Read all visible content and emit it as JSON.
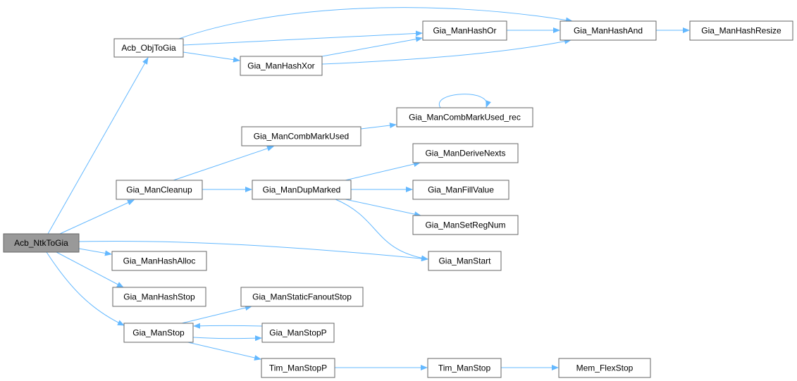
{
  "graph": {
    "type": "call-graph",
    "root": "Acb_NtkToGia",
    "edge_color": "#63b8ff",
    "root_fill": "#999999",
    "nodes": {
      "ntk_to_gia": "Acb_NtkToGia",
      "obj_to_gia": "Acb_ObjToGia",
      "hash_xor": "Gia_ManHashXor",
      "hash_or": "Gia_ManHashOr",
      "hash_and": "Gia_ManHashAnd",
      "hash_resize": "Gia_ManHashResize",
      "comb_mark_used_rec": "Gia_ManCombMarkUsed_rec",
      "comb_mark_used": "Gia_ManCombMarkUsed",
      "derive_nexts": "Gia_ManDeriveNexts",
      "cleanup": "Gia_ManCleanup",
      "dup_marked": "Gia_ManDupMarked",
      "fill_value": "Gia_ManFillValue",
      "set_reg_num": "Gia_ManSetRegNum",
      "start": "Gia_ManStart",
      "hash_alloc": "Gia_ManHashAlloc",
      "hash_stop": "Gia_ManHashStop",
      "static_fanout_stop": "Gia_ManStaticFanoutStop",
      "stop": "Gia_ManStop",
      "stop_p": "Gia_ManStopP",
      "tim_stop_p": "Tim_ManStopP",
      "tim_stop": "Tim_ManStop",
      "flex_stop": "Mem_FlexStop"
    },
    "edges": [
      [
        "Acb_NtkToGia",
        "Acb_ObjToGia"
      ],
      [
        "Acb_NtkToGia",
        "Gia_ManCleanup"
      ],
      [
        "Acb_NtkToGia",
        "Gia_ManStart"
      ],
      [
        "Acb_NtkToGia",
        "Gia_ManHashAlloc"
      ],
      [
        "Acb_NtkToGia",
        "Gia_ManHashStop"
      ],
      [
        "Acb_NtkToGia",
        "Gia_ManStop"
      ],
      [
        "Acb_ObjToGia",
        "Gia_ManHashAnd"
      ],
      [
        "Acb_ObjToGia",
        "Gia_ManHashOr"
      ],
      [
        "Acb_ObjToGia",
        "Gia_ManHashXor"
      ],
      [
        "Gia_ManHashXor",
        "Gia_ManHashOr"
      ],
      [
        "Gia_ManHashXor",
        "Gia_ManHashAnd"
      ],
      [
        "Gia_ManHashOr",
        "Gia_ManHashAnd"
      ],
      [
        "Gia_ManHashAnd",
        "Gia_ManHashResize"
      ],
      [
        "Gia_ManCleanup",
        "Gia_ManCombMarkUsed"
      ],
      [
        "Gia_ManCleanup",
        "Gia_ManDupMarked"
      ],
      [
        "Gia_ManCombMarkUsed",
        "Gia_ManCombMarkUsed_rec"
      ],
      [
        "Gia_ManCombMarkUsed_rec",
        "Gia_ManCombMarkUsed_rec"
      ],
      [
        "Gia_ManDupMarked",
        "Gia_ManDeriveNexts"
      ],
      [
        "Gia_ManDupMarked",
        "Gia_ManFillValue"
      ],
      [
        "Gia_ManDupMarked",
        "Gia_ManSetRegNum"
      ],
      [
        "Gia_ManDupMarked",
        "Gia_ManStart"
      ],
      [
        "Gia_ManStop",
        "Gia_ManStaticFanoutStop"
      ],
      [
        "Gia_ManStop",
        "Gia_ManStopP"
      ],
      [
        "Gia_ManStopP",
        "Gia_ManStop"
      ],
      [
        "Gia_ManStop",
        "Tim_ManStopP"
      ],
      [
        "Tim_ManStopP",
        "Tim_ManStop"
      ],
      [
        "Tim_ManStop",
        "Mem_FlexStop"
      ]
    ]
  }
}
